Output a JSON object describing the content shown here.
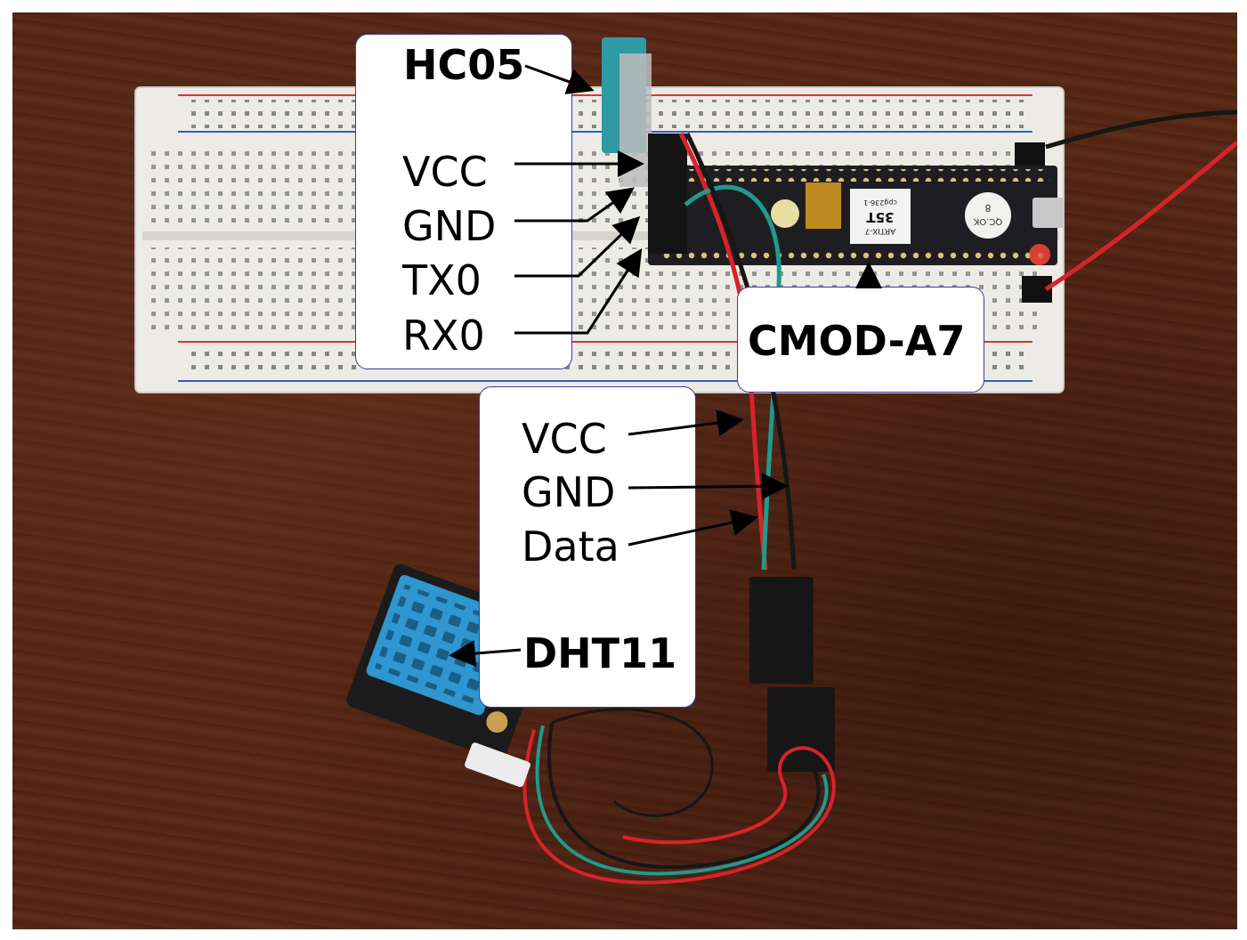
{
  "labels": {
    "hc05": "HC05",
    "hc05_pins": [
      "VCC",
      "GND",
      "TX0",
      "RX0"
    ],
    "cmod": "CMOD-A7",
    "dht_pins": [
      "VCC",
      "GND",
      "Data"
    ],
    "dht11": "DHT11"
  },
  "board_marks": {
    "chip_series": "ARTIX-7",
    "chip_part": "35T",
    "chip_package": "cpg236-1",
    "qc_sticker": "QC.OK",
    "qc_number": "8"
  },
  "colors": {
    "wood": "#5a2a18",
    "breadboard": "#ecebe6",
    "hc05_module": "#2f9aa3",
    "cmod_board": "#1e1e22",
    "dht_sensor": "#2f96cf",
    "wire_red": "#d8222a",
    "wire_black": "#161616",
    "wire_teal": "#1f9a8d",
    "rail_red": "#d83434",
    "rail_blue": "#2f5fc0"
  }
}
